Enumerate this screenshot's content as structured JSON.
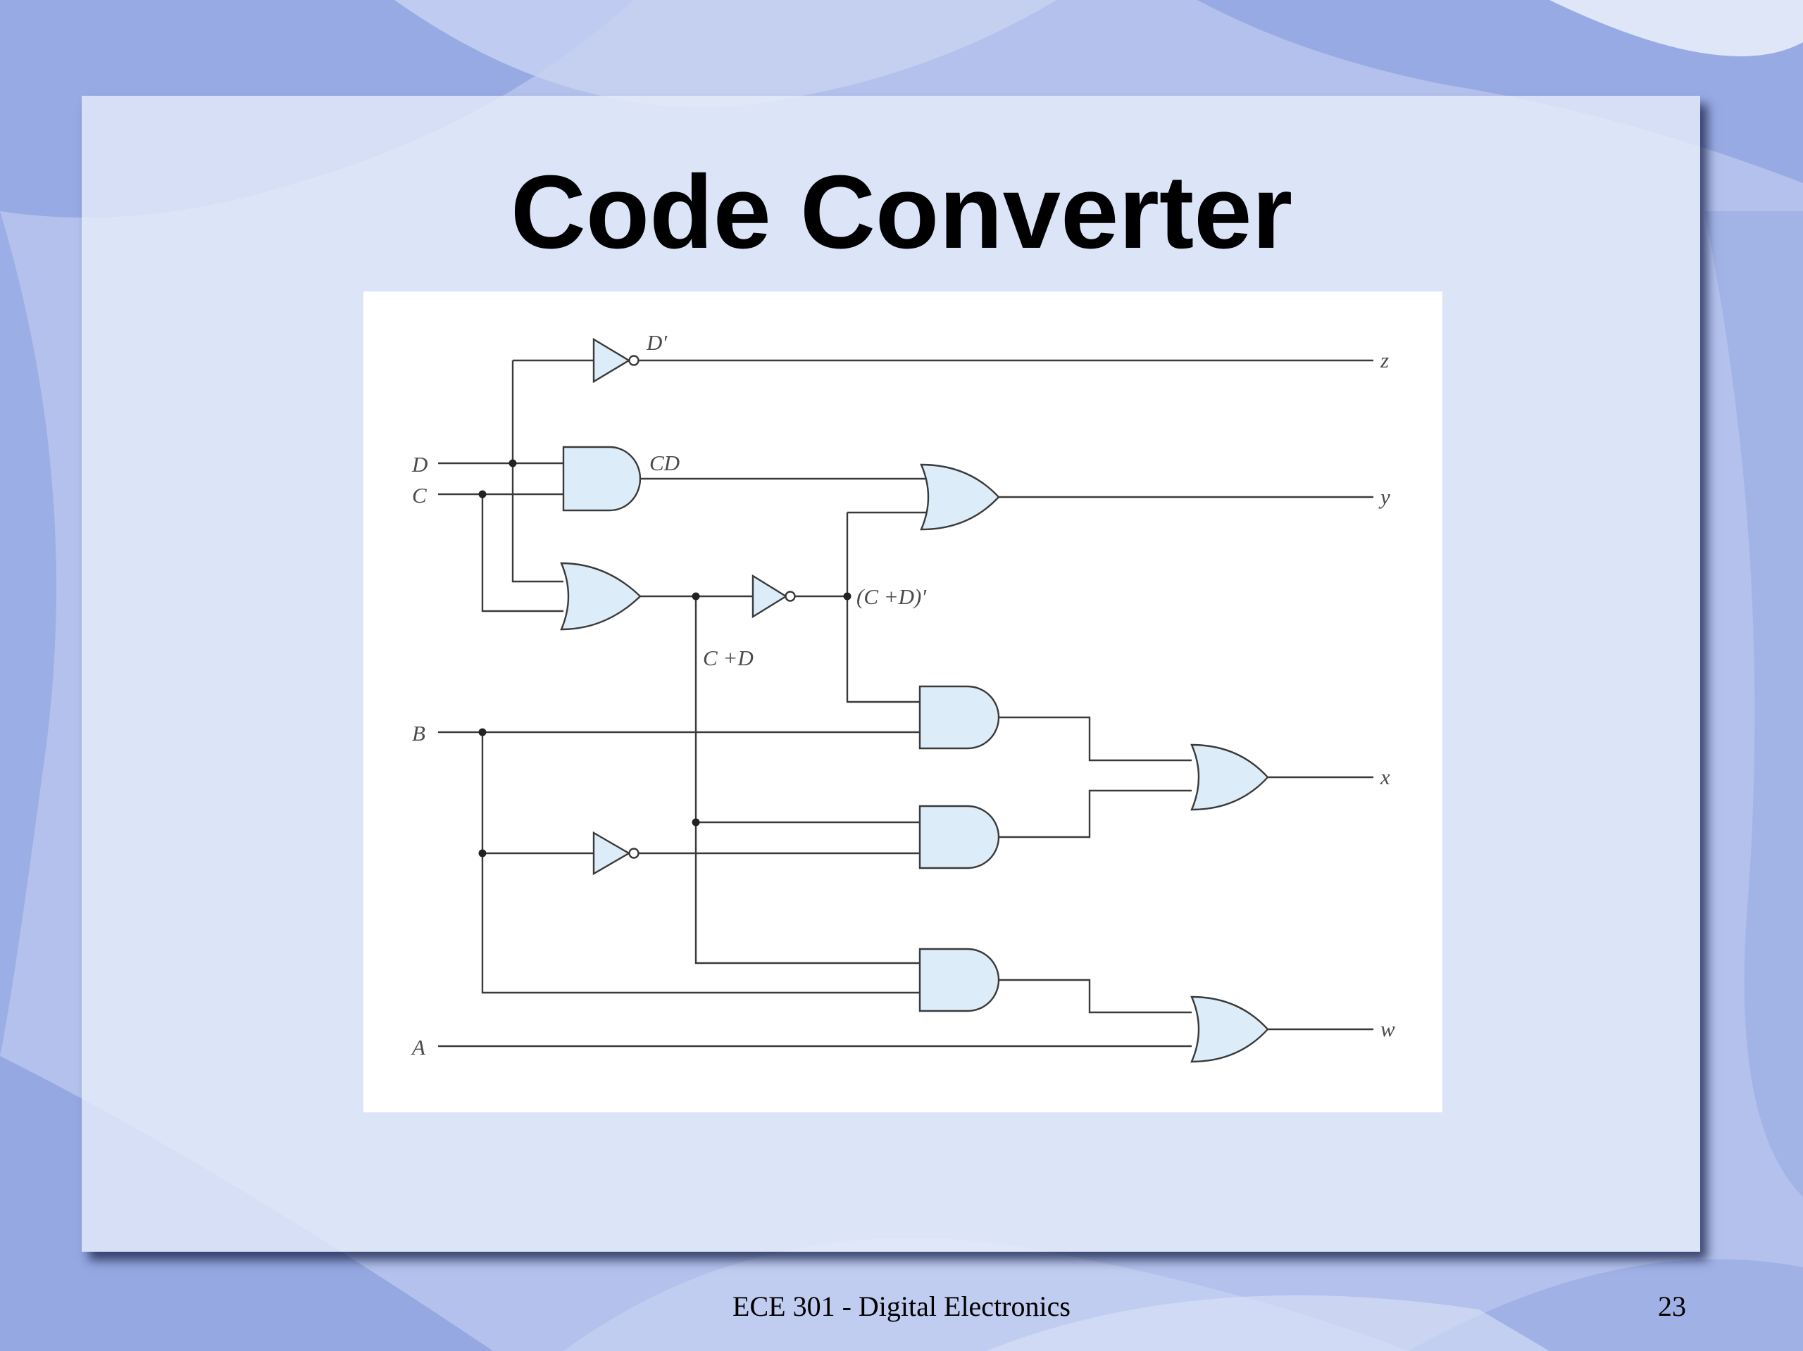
{
  "slide": {
    "title": "Code Converter",
    "footer": "ECE 301 - Digital Electronics",
    "page_number": "23"
  },
  "diagram": {
    "inputs": [
      "D",
      "C",
      "B",
      "A"
    ],
    "outputs": [
      "z",
      "y",
      "x",
      "w"
    ],
    "signal_labels": {
      "d_not": "D′",
      "cd": "CD",
      "c_plus_d": "C +D",
      "c_plus_d_not": "(C +D)′"
    },
    "gate_fill": "#dcedf9"
  }
}
